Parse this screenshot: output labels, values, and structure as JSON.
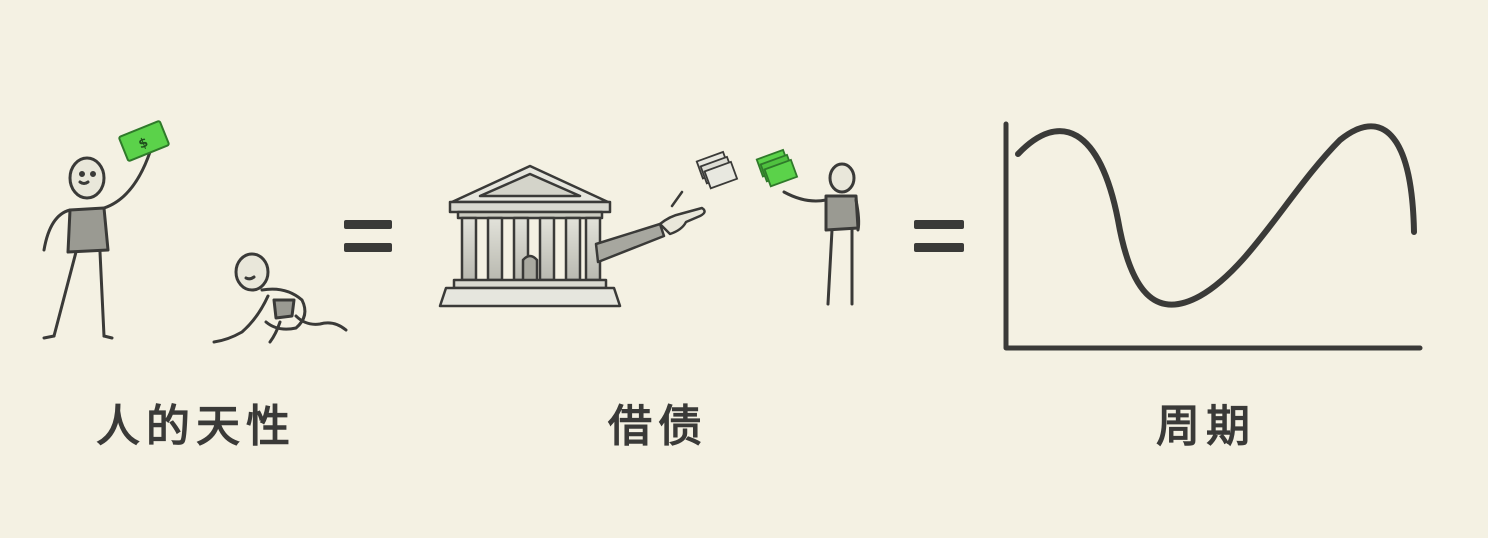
{
  "equation": {
    "terms": [
      {
        "label": "人的天性"
      },
      {
        "label": "借债"
      },
      {
        "label": "周期"
      }
    ],
    "operator": "="
  },
  "colors": {
    "background": "#f4f1e3",
    "ink": "#3a3a38",
    "money_green": "#5bd24a",
    "figure_fill": "#9a9a92",
    "building_fill": "#c9c9c0"
  },
  "icons": {
    "money": "dollar-bill-icon",
    "bank": "bank-building-icon"
  },
  "bill_symbol": "$"
}
